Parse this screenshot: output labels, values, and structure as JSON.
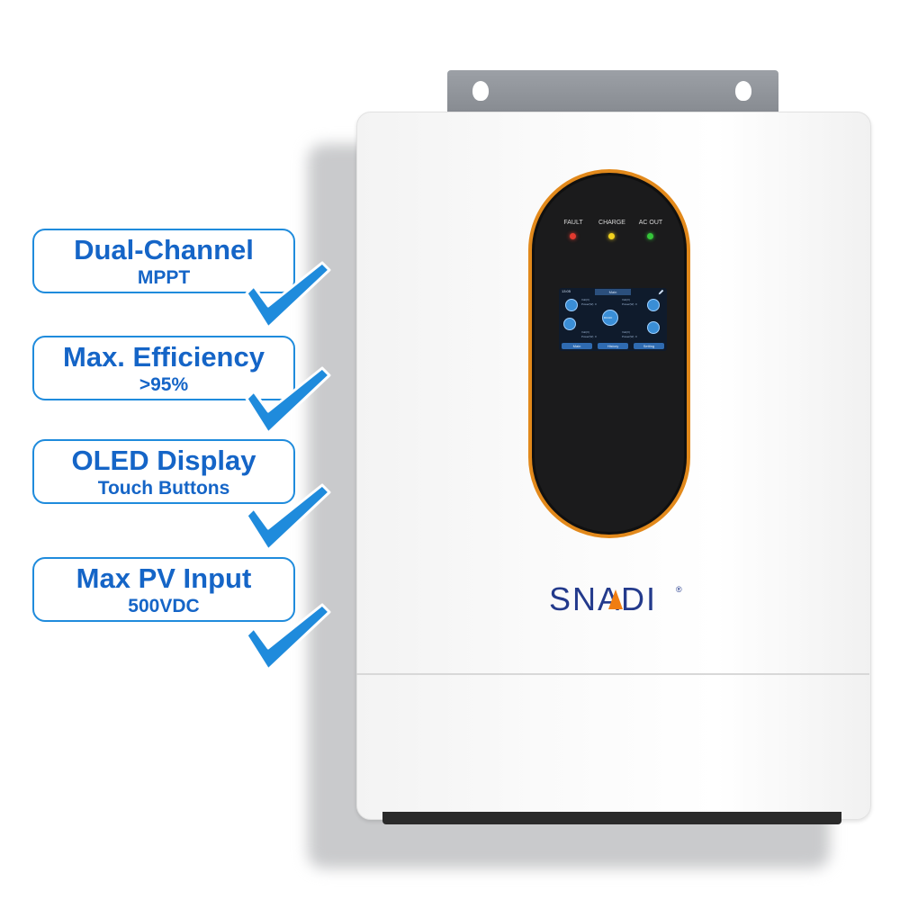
{
  "features": [
    {
      "title": "Dual-Channel",
      "subtitle": "MPPT"
    },
    {
      "title": "Max. Efficiency",
      "subtitle": ">95%"
    },
    {
      "title": "OLED Display",
      "subtitle": "Touch Buttons"
    },
    {
      "title": "Max PV Input",
      "subtitle": "500VDC"
    }
  ],
  "indicators": [
    {
      "label": "FAULT",
      "color": "#e23a2f"
    },
    {
      "label": "CHARGE",
      "color": "#f2d21e"
    },
    {
      "label": "AC OUT",
      "color": "#35c63a"
    }
  ],
  "screen": {
    "time": "13:05",
    "title": "Main",
    "center_label": "DC/AC",
    "readout_volt": "Volt(V)",
    "readout_power": "Power(W)",
    "readout_value": "0",
    "buttons": [
      "Main",
      "History",
      "Setting"
    ]
  },
  "brand": {
    "name": "SNADI",
    "mark": "®"
  },
  "colors": {
    "accent_blue": "#1565c7",
    "tick_blue": "#1f8bdc",
    "panel_trim": "#e2891b",
    "logo_navy": "#233a8c",
    "logo_orange": "#f07d12"
  },
  "icons": [
    "checkmark-icon",
    "pencil-icon"
  ]
}
